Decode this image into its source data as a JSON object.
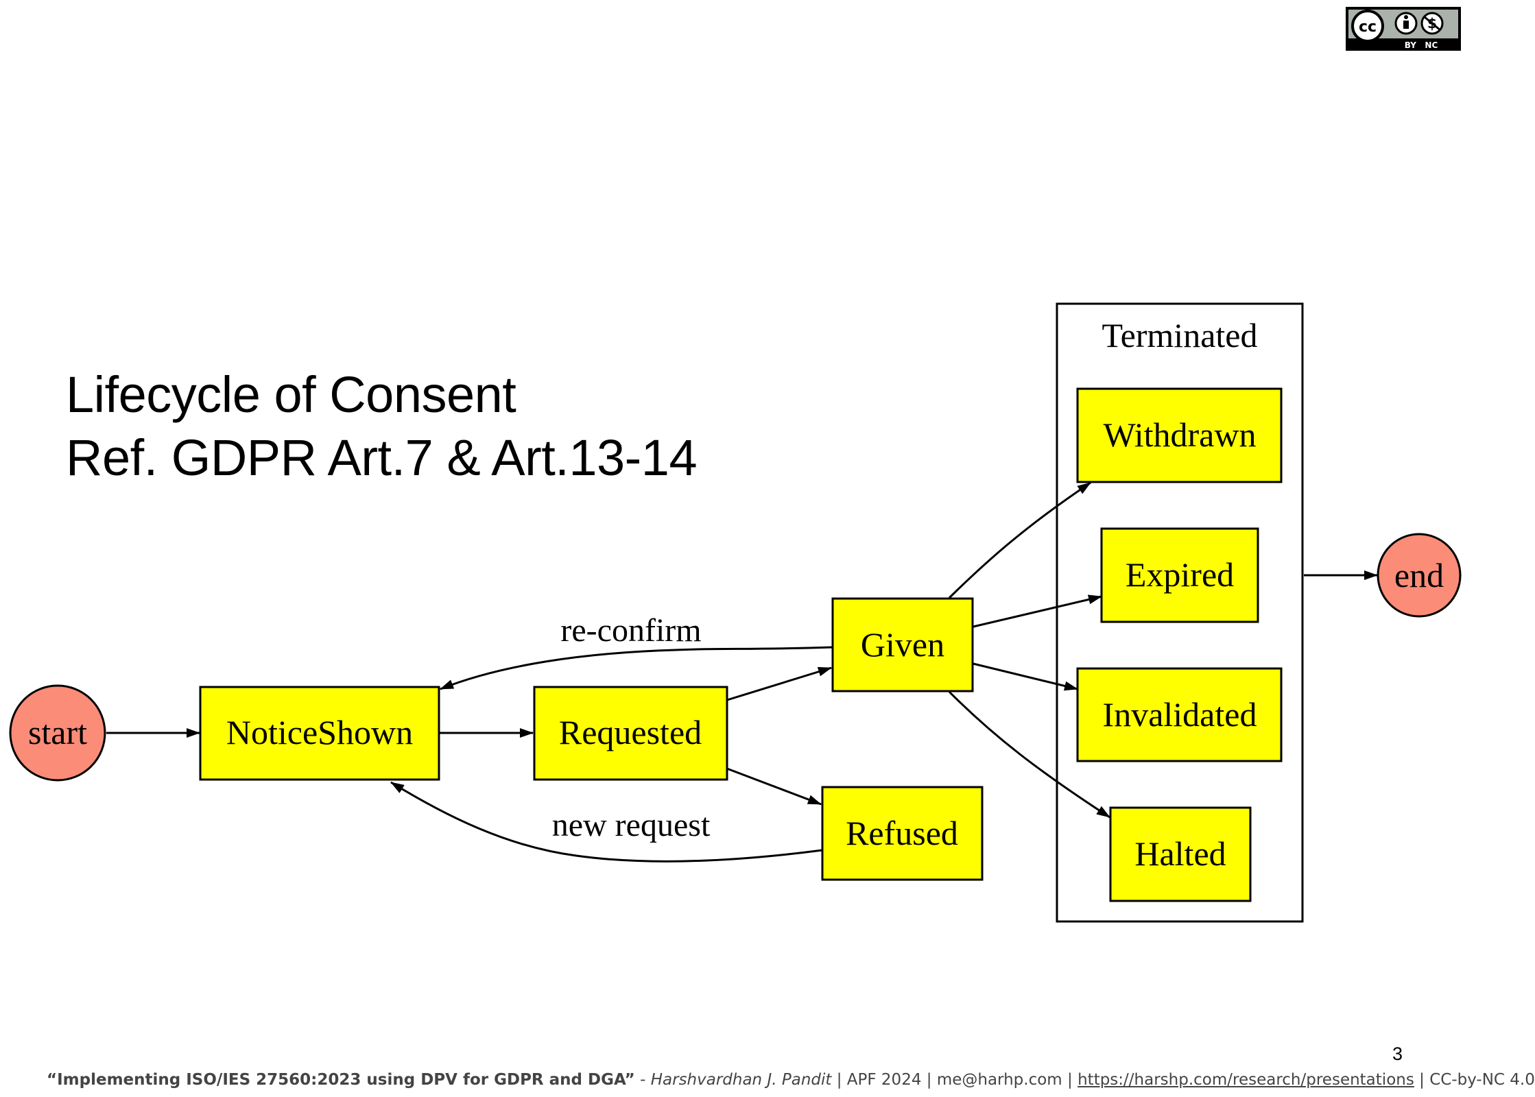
{
  "title": {
    "line1": "Lifecycle of Consent",
    "line2": "Ref. GDPR Art.7 & Art.13-14"
  },
  "license_badge": {
    "icon": "cc-by-nc-badge-icon",
    "text": "BY   NC"
  },
  "diagram": {
    "nodes": {
      "start": "start",
      "notice_shown": "NoticeShown",
      "requested": "Requested",
      "given": "Given",
      "refused": "Refused",
      "withdrawn": "Withdrawn",
      "expired": "Expired",
      "invalidated": "Invalidated",
      "halted": "Halted",
      "end": "end"
    },
    "cluster_label": "Terminated",
    "edge_labels": {
      "reconfirm": "re-confirm",
      "new_request": "new request"
    },
    "colors": {
      "state_fill": "#ffff00",
      "terminal_fill": "#fa8c78",
      "stroke": "#000000"
    }
  },
  "page_number": "3",
  "footer": {
    "talk_title": "“Implementing ISO/IES 27560:2023 using DPV for GDPR and DGA”",
    "separator": " - ",
    "author": "Harshvardhan J. Pandit",
    "event": " | APF 2024 | me@harhp.com | ",
    "link": "https://harshp.com/research/presentations",
    "license": " | CC-by-NC 4.0"
  }
}
